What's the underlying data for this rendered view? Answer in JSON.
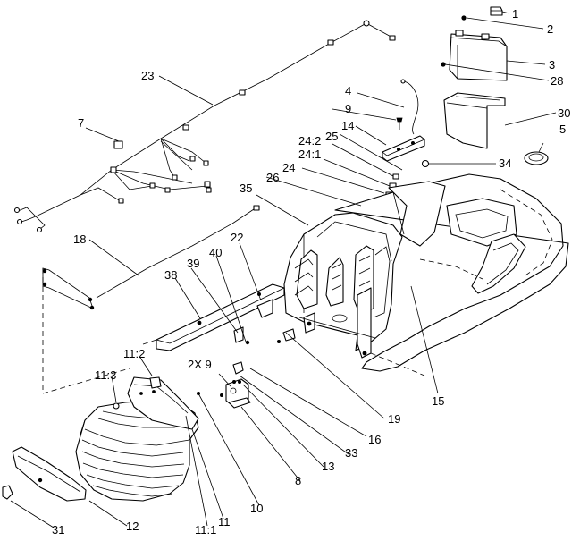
{
  "callouts": {
    "c1": "1",
    "c2": "2",
    "c3": "3",
    "c28": "28",
    "c30": "30",
    "c5": "5",
    "c4": "4",
    "c9a": "9",
    "c14": "14",
    "c24_2": "24:2",
    "c25": "25",
    "c24_1": "24:1",
    "c24": "24",
    "c26": "26",
    "c34": "34",
    "c23": "23",
    "c7": "7",
    "c35": "35",
    "c18": "18",
    "c22": "22",
    "c40": "40",
    "c39": "39",
    "c38": "38",
    "c15": "15",
    "c11_2": "11:2",
    "c2x9": "2X 9",
    "c11_3": "11:3",
    "c19": "19",
    "c16": "16",
    "c33": "33",
    "c13": "13",
    "c8": "8",
    "c10": "10",
    "c11_1": "11:1",
    "c11": "11",
    "c12": "12",
    "c31": "31"
  }
}
